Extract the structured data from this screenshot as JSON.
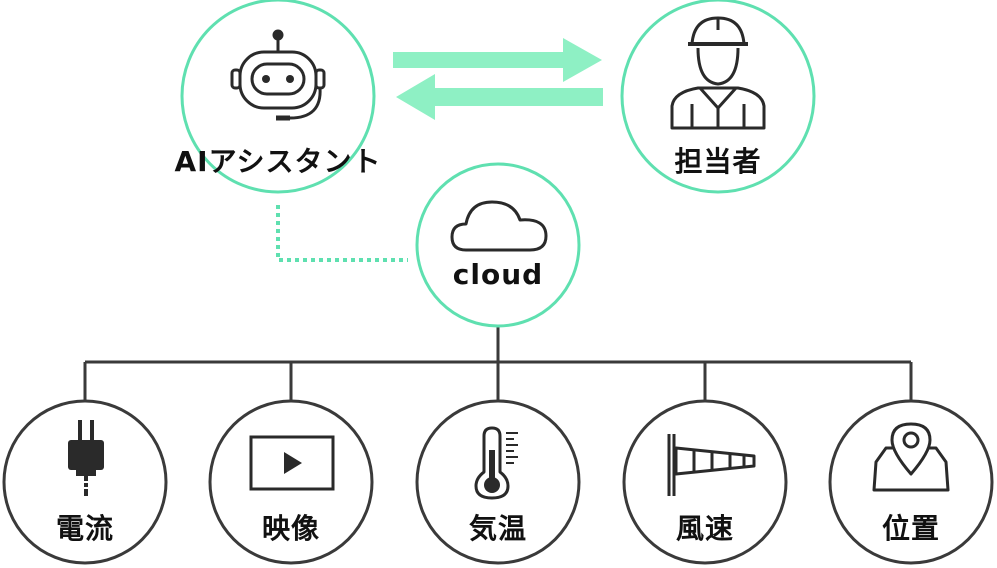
{
  "nodes": {
    "ai_assistant": {
      "label": "AIアシスタント",
      "icon": "robot-icon"
    },
    "staff": {
      "label": "担当者",
      "icon": "worker-icon"
    },
    "cloud": {
      "label": "cloud",
      "icon": "cloud-icon"
    }
  },
  "sensors": [
    {
      "label": "電流",
      "icon": "plug-icon"
    },
    {
      "label": "映像",
      "icon": "video-play-icon"
    },
    {
      "label": "気温",
      "icon": "thermometer-icon"
    },
    {
      "label": "風速",
      "icon": "windsock-icon"
    },
    {
      "label": "位置",
      "icon": "map-pin-icon"
    }
  ],
  "colors": {
    "accent_circle": "#5fe0b0",
    "arrow": "#8ef0c4",
    "dotted_link": "#5fe0b0",
    "sensor_circle": "#3a3a3a",
    "tree_line": "#3a3a3a",
    "icon": "#2a2a2a",
    "text": "#111111"
  }
}
